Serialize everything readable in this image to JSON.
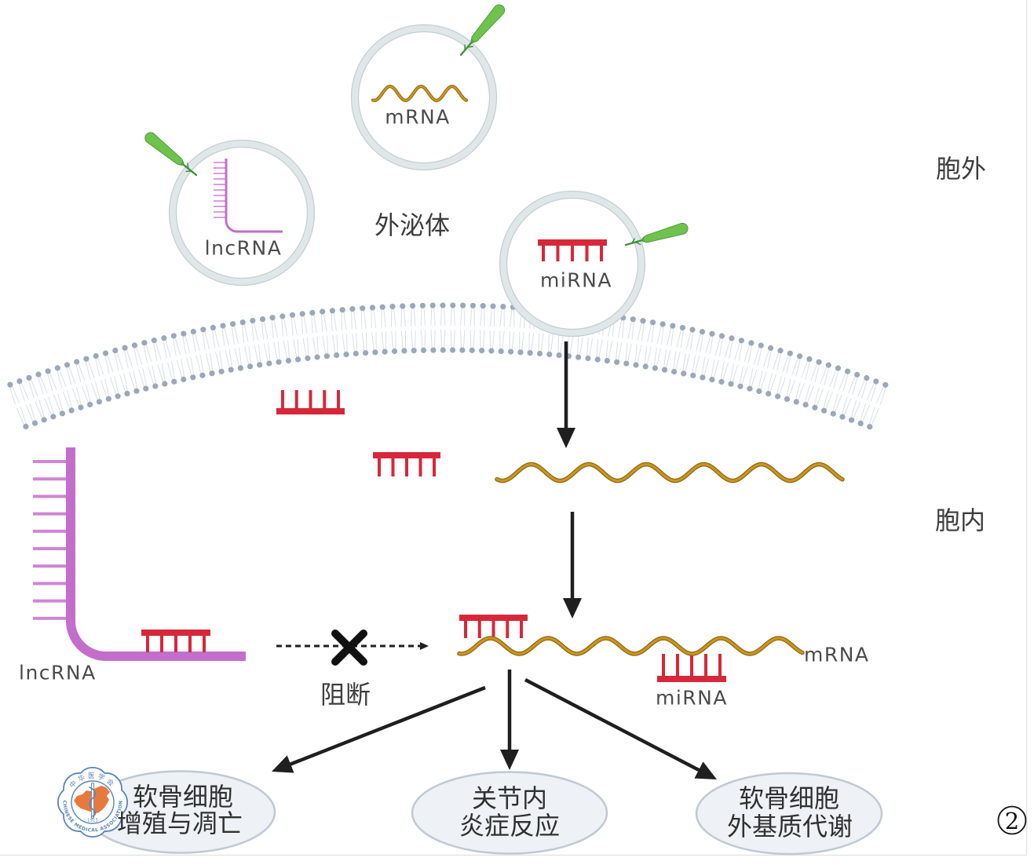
{
  "regions": {
    "extracellular": "胞外",
    "intracellular": "胞内"
  },
  "exosomes": {
    "label": "外泌体",
    "items": [
      {
        "label": "lncRNA"
      },
      {
        "label": "mRNA"
      },
      {
        "label": "miRNA"
      }
    ]
  },
  "intracellular": {
    "lncrna_label": "lncRNA",
    "blocked_label": "阻断",
    "target_mrna_label": "mRNA",
    "bound_mirna_label": "miRNA"
  },
  "outcomes": [
    {
      "line1": "软骨细胞",
      "line2": "增殖与凋亡"
    },
    {
      "line1": "关节内",
      "line2": "炎症反应"
    },
    {
      "line1": "软骨细胞",
      "line2": "外基质代谢"
    }
  ],
  "figure_number": "2",
  "watermark": {
    "name_cn": "中华医学会",
    "name_en": "CHINESE MEDICAL ASSOCIATION",
    "year": "1915"
  },
  "icons": {
    "blocked_marker": "x-mark-icon",
    "exosome_receptor": "surface-receptor-icon",
    "watermark": "chinese-medical-association-logo"
  },
  "colors": {
    "lncRNA": "#c46ecc",
    "lncRNA_teeth": "#cf86d5",
    "mRNA": "#c9961f",
    "mRNA_edge": "#8f6510",
    "miRNA": "#d6283a",
    "receptor": "#6fc24c",
    "receptor_edge": "#3f9236",
    "exosome_ring": "#e0e7e9",
    "exosome_ring_edge": "#c5cfd3",
    "lipid_head": "#9ba8ba",
    "lipid_tail": "#dadfe5",
    "arrow": "#1f1f1f",
    "block_mark": "#111111",
    "outcome_fill": "#eef1f5",
    "outcome_border": "#c0c9d3",
    "logo_blue": "#5a86b4",
    "logo_orange": "#e8793d"
  }
}
